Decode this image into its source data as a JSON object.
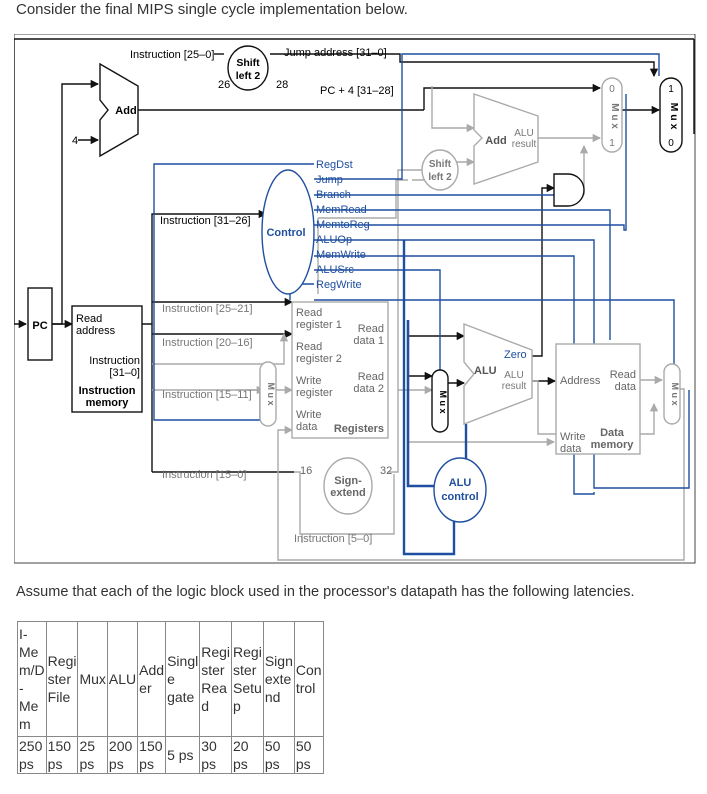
{
  "intro": "Consider the final MIPS single cycle implementation below.",
  "assume": "Assume that each of the logic block used in the processor's datapath has the following latencies.",
  "diagram": {
    "pc": "PC",
    "add1": "Add",
    "four": "4",
    "instr_25_0": "Instruction [25–0]",
    "shift1_l1": "Shift",
    "shift1_l2": "left 2",
    "n26": "26",
    "n28": "28",
    "jump_addr": "Jump address [31–0]",
    "pc4": "PC + 4 [31–28]",
    "add2": "Add",
    "alu_result_l1": "ALU",
    "alu_result_l2": "result",
    "shift2_l1": "Shift",
    "shift2_l2": "left 2",
    "mux_label": "M u x",
    "mux_top0": "0",
    "mux_bot1": "1",
    "mux_top1": "1",
    "mux_bot0": "0",
    "imem_read": "Read",
    "imem_address": "address",
    "imem_instruction": "Instruction",
    "imem_31_0": "[31–0]",
    "imem_name1": "Instruction",
    "imem_name2": "memory",
    "instr_31_26": "Instruction [31–26]",
    "control": "Control",
    "signals": [
      "RegDst",
      "Jump",
      "Branch",
      "MemRead",
      "MemtoReg",
      "ALUOp",
      "MemWrite",
      "ALUSrc",
      "RegWrite"
    ],
    "instr_25_21": "Instruction [25–21]",
    "instr_20_16": "Instruction [20–16]",
    "instr_15_11": "Instruction [15–11]",
    "instr_15_0": "Instruction [15–0]",
    "instr_5_0": "Instruction [5–0]",
    "reg_read1_a": "Read",
    "reg_read1_b": "register 1",
    "reg_read2_a": "Read",
    "reg_read2_b": "register 2",
    "reg_write_a": "Write",
    "reg_write_b": "register",
    "reg_wdata_a": "Write",
    "reg_wdata_b": "data",
    "reg_data1_a": "Read",
    "reg_data1_b": "data 1",
    "reg_data2_a": "Read",
    "reg_data2_b": "data 2",
    "registers": "Registers",
    "n16": "16",
    "n32": "32",
    "sign_l1": "Sign-",
    "sign_l2": "extend",
    "zero": "Zero",
    "alu": "ALU",
    "alu_res_l1": "ALU",
    "alu_res_l2": "result",
    "alu_control_l1": "ALU",
    "alu_control_l2": "control",
    "dmem_address": "Address",
    "dmem_read_a": "Read",
    "dmem_read_b": "data",
    "dmem_write_a": "Write",
    "dmem_write_b": "data",
    "dmem_name1": "Data",
    "dmem_name2": "memory"
  },
  "table": {
    "headers": [
      [
        "I-",
        "Me",
        "m/D",
        "-",
        "Me",
        "m"
      ],
      [
        "Regi",
        "ster",
        "File"
      ],
      [
        "Mux"
      ],
      [
        "ALU"
      ],
      [
        "Add",
        "er"
      ],
      [
        "Singl",
        "e",
        "gate"
      ],
      [
        "Regi",
        "ster",
        "Rea",
        "d"
      ],
      [
        "Regi",
        "ster",
        "Setu",
        "p"
      ],
      [
        "Sign",
        "exte",
        "nd"
      ],
      [
        "Con",
        "trol"
      ]
    ],
    "values": [
      [
        "250",
        "ps"
      ],
      [
        "150",
        "ps"
      ],
      [
        "25",
        "ps"
      ],
      [
        "200",
        "ps"
      ],
      [
        "150",
        "ps"
      ],
      [
        "5 ps"
      ],
      [
        "30",
        "ps"
      ],
      [
        "20",
        "ps"
      ],
      [
        "50",
        "ps"
      ],
      [
        "50",
        "ps"
      ]
    ]
  }
}
